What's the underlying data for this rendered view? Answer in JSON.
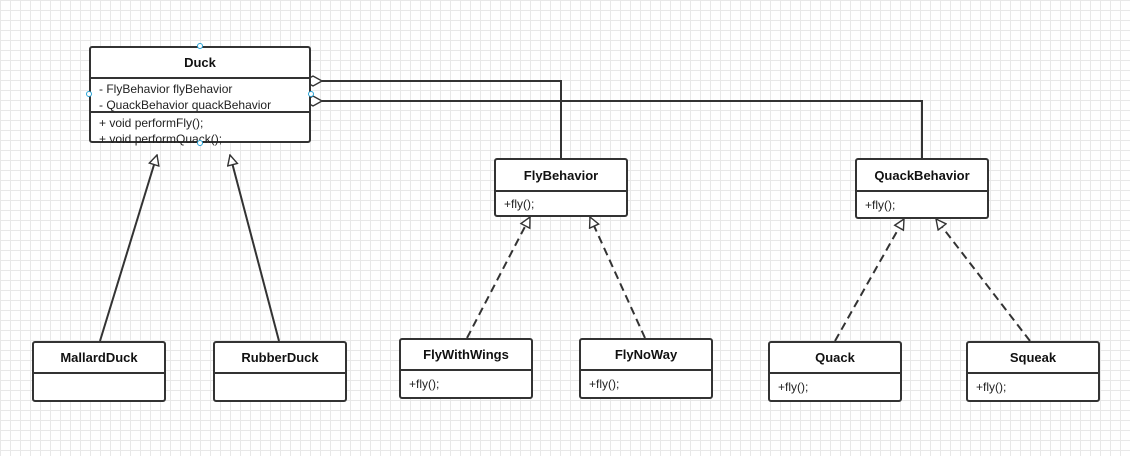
{
  "diagram": {
    "classes": {
      "duck": {
        "name": "Duck",
        "attributes": [
          "- FlyBehavior flyBehavior",
          "- QuackBehavior quackBehavior"
        ],
        "methods": [
          "+ void performFly();",
          "+ void performQuack();"
        ]
      },
      "fly_behavior": {
        "name": "FlyBehavior",
        "methods": [
          "+fly();"
        ]
      },
      "quack_behavior": {
        "name": "QuackBehavior",
        "methods": [
          "+fly();"
        ]
      },
      "mallard_duck": {
        "name": "MallardDuck"
      },
      "rubber_duck": {
        "name": "RubberDuck"
      },
      "fly_with_wings": {
        "name": "FlyWithWings",
        "methods": [
          "+fly();"
        ]
      },
      "fly_no_way": {
        "name": "FlyNoWay",
        "methods": [
          "+fly();"
        ]
      },
      "quack": {
        "name": "Quack",
        "methods": [
          "+fly();"
        ]
      },
      "squeak": {
        "name": "Squeak",
        "methods": [
          "+fly();"
        ]
      }
    },
    "colors": {
      "line": "#333333",
      "grid": "#e8e8e8",
      "selection_handle": "#29a3d6"
    }
  }
}
